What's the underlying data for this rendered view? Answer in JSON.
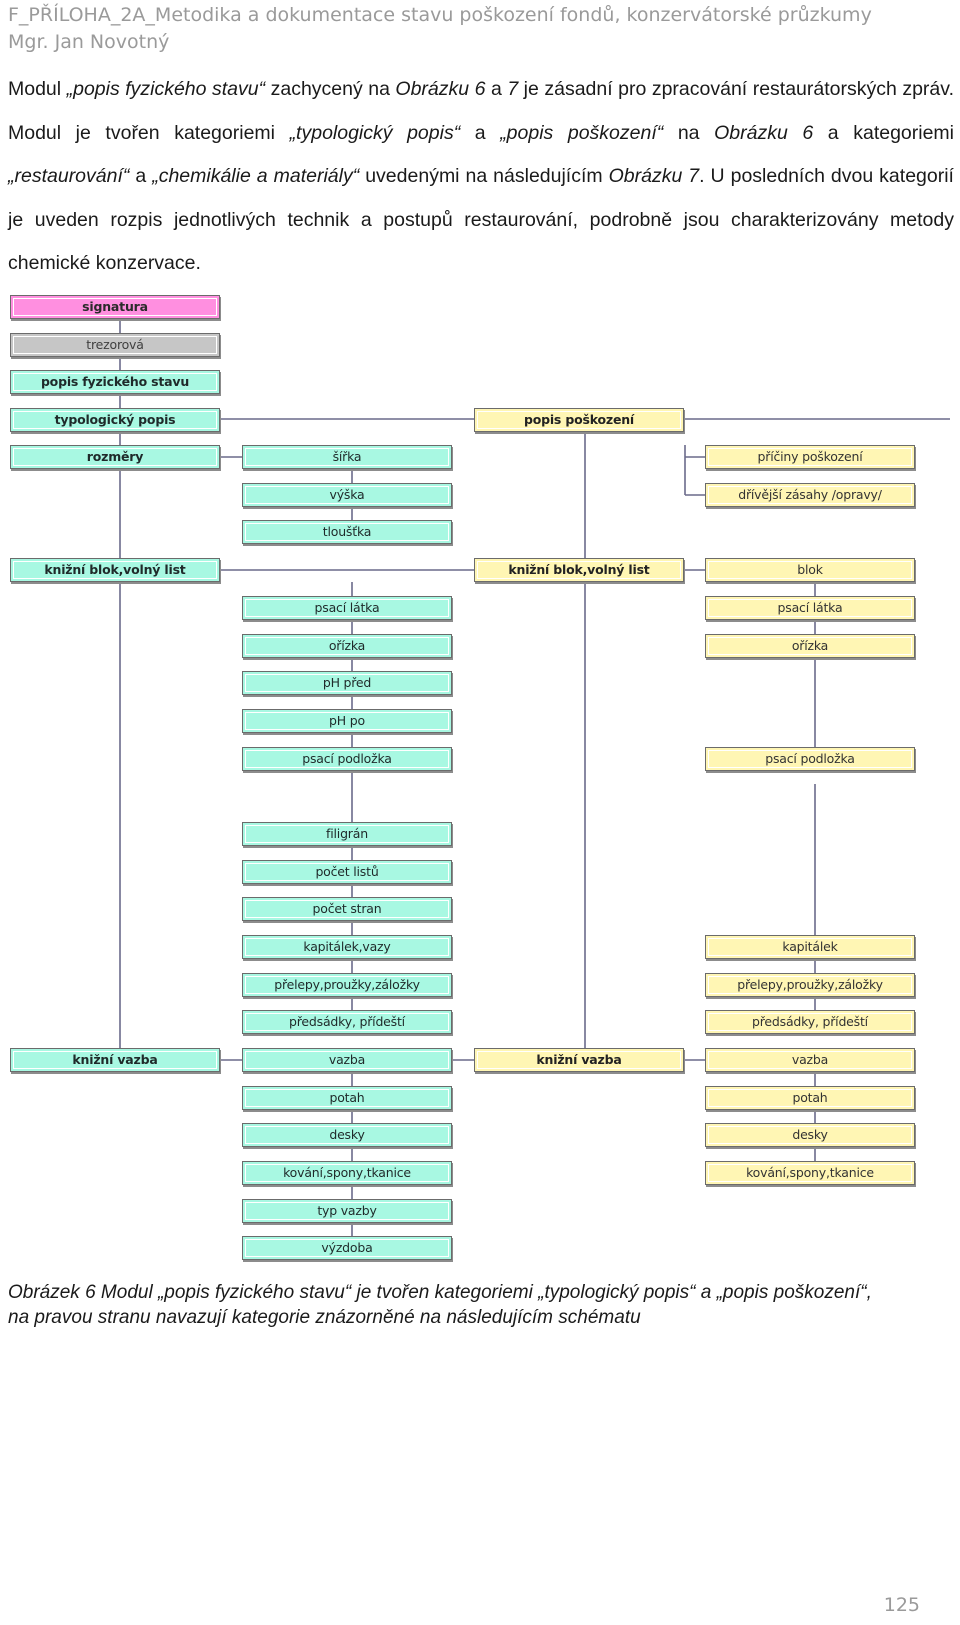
{
  "header": {
    "line1": "F_PŘÍLOHA_2A_Metodika a dokumentace stavu poškození fondů, konzervátorské průzkumy",
    "line2": "Mgr. Jan Novotný"
  },
  "intro": {
    "s1": "Modul ",
    "s2": "„popis fyzického stavu“",
    "s3": " zachycený na ",
    "s4": "Obrázku 6",
    "s5": " a ",
    "s6": "7",
    "s7": " je zásadní pro zpracování restaurátorských zpráv. Modul je tvořen kategoriemi ",
    "s8": "„typologický popis“",
    "s9": " a ",
    "s10": "„popis poškození“",
    "s11": " na ",
    "s12": "Obrázku 6",
    "s13": " a kategoriemi ",
    "s14": "„restaurování“",
    "s15": " a ",
    "s16": "„chemikálie a materiály“",
    "s17": " uvedenými na následujícím ",
    "s18": "Obrázku 7",
    "s19": ". U posledních dvou kategorií je uveden rozpis jednotlivých technik a postupů restaurování, podrobně jsou charakterizovány metody chemické konzervace."
  },
  "diagram": {
    "colors": {
      "pink": "#ff8fe0",
      "grey": "#c6c6c6",
      "teal": "#a8f8e2",
      "yellow": "#fff6b4",
      "line": "#6a6a8a"
    },
    "left": {
      "signatura": "signatura",
      "trezorova": "trezorová",
      "popis_fyzickeho_stavu": "popis fyzického stavu",
      "typologicky_popis": "typologický popis",
      "rozmery": "rozměry",
      "knizni_blok": "knižní blok,volný list",
      "knizni_vazba": "knižní vazba"
    },
    "mid": {
      "sirka": "šířka",
      "vyska": "výška",
      "tloustka": "tloušťka",
      "psaci_latka": "psací látka",
      "orizka": "ořízka",
      "ph_pred": "pH před",
      "ph_po": "pH po",
      "psaci_podlozka": "psací podložka",
      "filigran": "filigrán",
      "pocet_listu": "počet listů",
      "pocet_stran": "počet stran",
      "kapitalek_vazy": "kapitálek,vazy",
      "prelepy": "přelepy,proužky,záložky",
      "predsadky": "předsádky, přídeští",
      "vazba": "vazba",
      "potah": "potah",
      "desky": "desky",
      "kovani": "kování,spony,tkanice",
      "typ_vazby": "typ vazby",
      "vyzdoba": "výzdoba"
    },
    "damage": {
      "popis_poskozeni": "popis poškození",
      "knizni_blok": "knižní blok,volný list",
      "knizni_vazba": "knižní vazba"
    },
    "right": {
      "priciny": "příčiny poškození",
      "drivejsi": "dřívější zásahy /opravy/",
      "blok": "blok",
      "psaci_latka": "psací látka",
      "orizka": "ořízka",
      "psaci_podlozka": "psací podložka",
      "kapitalek": "kapitálek",
      "prelepy": "přelepy,proužky,záložky",
      "predsadky": "předsádky, přídeští",
      "vazba": "vazba",
      "potah": "potah",
      "desky": "desky",
      "kovani": "kování,spony,tkanice"
    }
  },
  "caption": {
    "line1": "Obrázek 6 Modul „popis fyzického stavu“ je tvořen kategoriemi „typologický popis“ a „popis poškození“,",
    "line2": "na pravou stranu navazují kategorie znázorněné na následujícím schématu"
  },
  "page_number": "125"
}
